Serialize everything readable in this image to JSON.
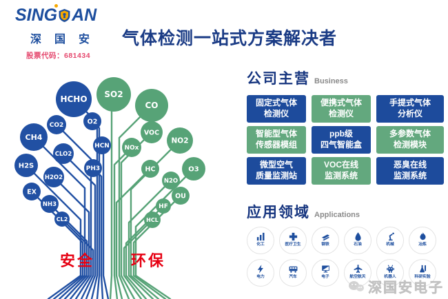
{
  "header": {
    "brand_left": "SING",
    "brand_right": "AN",
    "brand_cn_1": "深",
    "brand_cn_2": "国",
    "brand_cn_3": "安",
    "stock_code": "股票代码：681434",
    "title": "气体检测一站式方案解决者"
  },
  "tree": {
    "safety_label": "安全",
    "environment_label": "环保",
    "blue": [
      "H2S",
      "EX",
      "CH4",
      "NH3",
      "H2O2",
      "CO2",
      "CL2",
      "CLO2",
      "HCHO",
      "O2",
      "PH3",
      "HCN"
    ],
    "green": [
      "SO2",
      "NOx",
      "HC",
      "CO",
      "VOC",
      "HCL",
      "HF",
      "N2O",
      "NO2",
      "OU",
      "O3"
    ]
  },
  "business": {
    "heading": "公司主营",
    "heading_en": "Business",
    "items": [
      {
        "line1": "固定式气体",
        "line2": "检测仪",
        "color": "blue"
      },
      {
        "line1": "便携式气体",
        "line2": "检测仪",
        "color": "green"
      },
      {
        "line1": "手提式气体",
        "line2": "分析仪",
        "color": "blue"
      },
      {
        "line1": "智能型气体",
        "line2": "传感器模组",
        "color": "green"
      },
      {
        "line1": "ppb级",
        "line2": "四气智能盒",
        "color": "blue"
      },
      {
        "line1": "多参数气体",
        "line2": "检测模块",
        "color": "green"
      },
      {
        "line1": "微型空气",
        "line2": "质量监测站",
        "color": "blue"
      },
      {
        "line1": "VOC在线",
        "line2": "监测系统",
        "color": "green"
      },
      {
        "line1": "恶臭在线",
        "line2": "监测系统",
        "color": "blue"
      }
    ]
  },
  "applications": {
    "heading": "应用领域",
    "heading_en": "Applications",
    "items": [
      "化工",
      "医疗卫生",
      "钢铁",
      "石油",
      "机械",
      "冶炼",
      "电力",
      "汽车",
      "电子",
      "航空航天",
      "机器人",
      "科研实验"
    ]
  },
  "watermark": {
    "text": "深国安电子"
  },
  "colors": {
    "node_blue": "#2150a3",
    "node_green": "#57a377",
    "button_blue": "#1d4b9c",
    "button_green": "#63a87e",
    "accent_red": "#e60012",
    "title_blue": "#1a3b85",
    "stock_red": "#e5486e",
    "shield_orange": "#f6a800"
  }
}
